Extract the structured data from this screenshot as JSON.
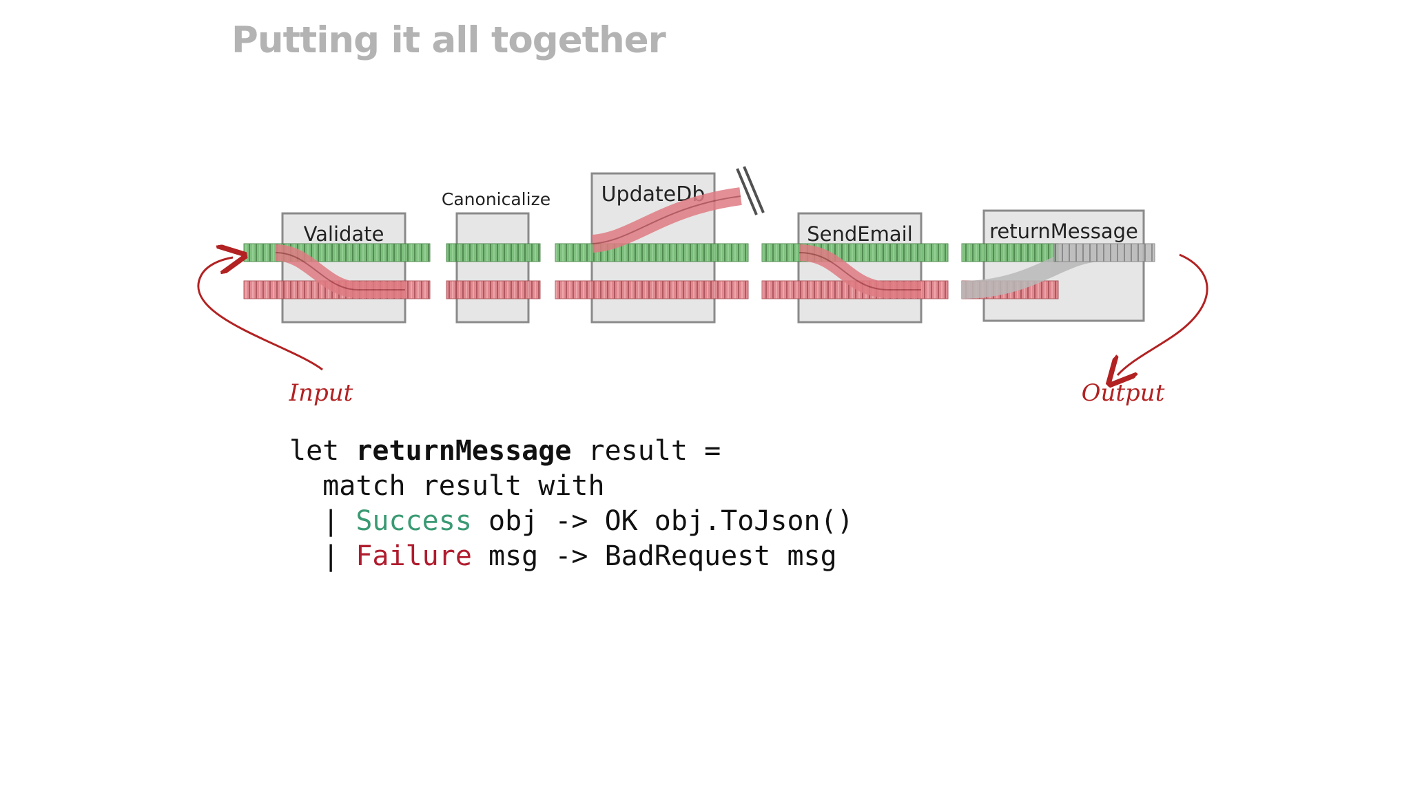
{
  "title": "Putting it all together",
  "colors": {
    "success_track": "#5fae5f",
    "failure_track": "#d9626a",
    "box_fill": "#e6e6e6",
    "box_stroke": "#8a8a8a",
    "annotation": "#b22222",
    "success_keyword": "#3a9a73",
    "failure_keyword": "#b01c2e"
  },
  "diagram": {
    "boxes": [
      {
        "label": "Validate"
      },
      {
        "label": "Canonicalize"
      },
      {
        "label": "UpdateDb"
      },
      {
        "label": "SendEmail"
      },
      {
        "label": "returnMessage"
      }
    ],
    "annotations": {
      "input": "Input",
      "output": "Output"
    }
  },
  "code": {
    "line1": {
      "prefix": "let ",
      "bold": "returnMessage",
      "suffix": " result ="
    },
    "line2": {
      "text": "  match result with"
    },
    "line3": {
      "pipe": "  | ",
      "keyword": "Success",
      "rest": " obj -> OK obj.ToJson()"
    },
    "line4": {
      "pipe": "  | ",
      "keyword": "Failure",
      "rest": " msg -> BadRequest msg"
    }
  }
}
